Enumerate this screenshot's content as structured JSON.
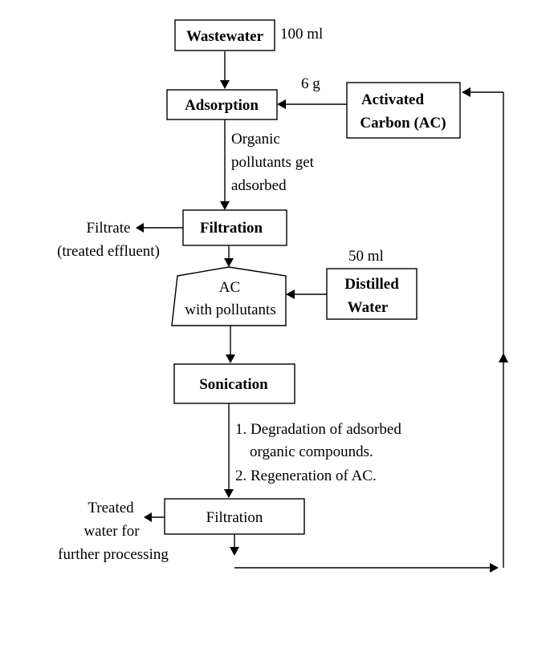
{
  "nodes": {
    "wastewater": "Wastewater",
    "adsorption": "Adsorption",
    "activated_carbon_line1": "Activated",
    "activated_carbon_line2": "Carbon (AC)",
    "filtration_1": "Filtration",
    "ac_pollutants_line1": "AC",
    "ac_pollutants_line2": "with pollutants",
    "distilled_water_line1": "Distilled",
    "distilled_water_line2": "Water",
    "sonication": "Sonication",
    "filtration_2": "Filtration"
  },
  "labels": {
    "wastewater_volume": "100 ml",
    "ac_mass": "6 g",
    "organic_line1": "Organic",
    "organic_line2": "pollutants get",
    "organic_line3": "adsorbed",
    "filtrate_line1": "Filtrate",
    "filtrate_line2": "(treated effluent)",
    "distilled_volume": "50 ml",
    "step1_line1": "1. Degradation of adsorbed",
    "step1_line2": "organic compounds.",
    "step2": "2. Regeneration of AC.",
    "treated_line1": "Treated",
    "treated_line2": "water for",
    "treated_line3": "further processing"
  },
  "colors": {
    "stroke": "#000000",
    "background": "#ffffff"
  }
}
